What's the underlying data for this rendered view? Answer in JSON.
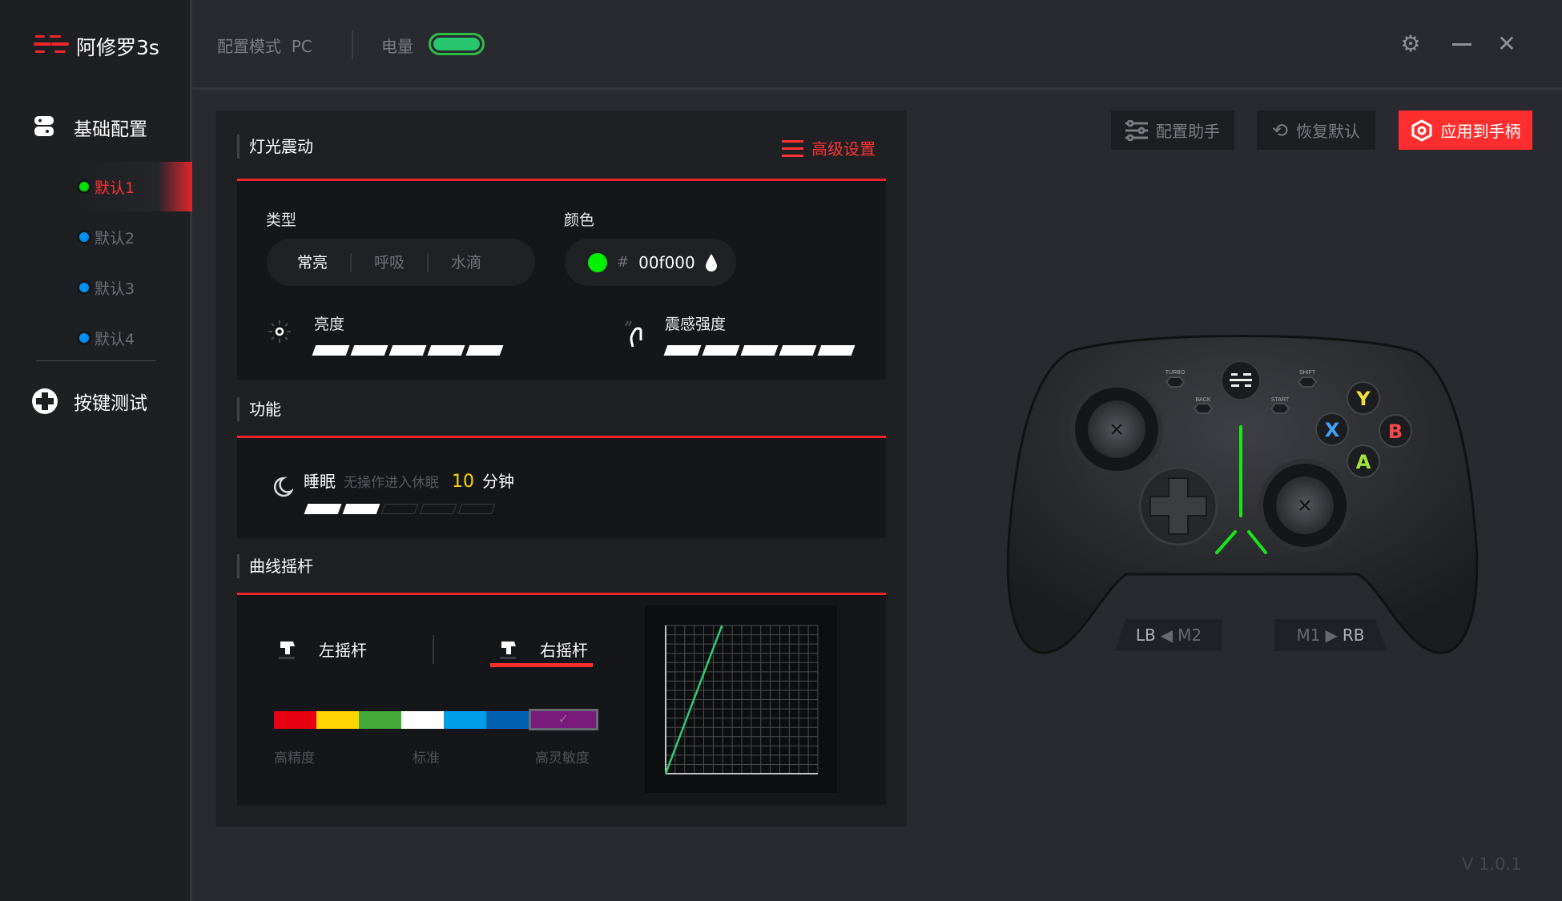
{
  "app": {
    "title": "阿修罗3s",
    "version": "V 1.0.1"
  },
  "header": {
    "mode_label": "配置模式",
    "mode_value": "PC",
    "battery_label": "电量",
    "battery_level": 1.0
  },
  "sidebar": {
    "basic_config": "基础配置",
    "profiles": [
      {
        "label": "默认1",
        "dot_color": "#00e000",
        "active": true
      },
      {
        "label": "默认2",
        "dot_color": "#0090f0",
        "active": false
      },
      {
        "label": "默认3",
        "dot_color": "#0090f0",
        "active": false
      },
      {
        "label": "默认4",
        "dot_color": "#0090f0",
        "active": false
      }
    ],
    "key_test": "按键测试"
  },
  "toolbar": {
    "assistant": "配置助手",
    "restore": "恢复默认",
    "apply": "应用到手柄"
  },
  "lighting": {
    "title": "灯光震动",
    "advanced": "高级设置",
    "type_label": "类型",
    "types": [
      "常亮",
      "呼吸",
      "水滴"
    ],
    "selected_type": "常亮",
    "color_label": "颜色",
    "color_hash": "#",
    "color_value": "00f000",
    "color_swatch": "#00f000",
    "brightness_label": "亮度",
    "brightness_level": 5,
    "vibration_label": "震感强度",
    "vibration_level": 5,
    "max_level": 5
  },
  "function": {
    "title": "功能",
    "sleep_label": "睡眠",
    "sleep_desc": "无操作进入休眠",
    "sleep_value": "10",
    "sleep_unit": "分钟",
    "sleep_level": 2
  },
  "curve": {
    "title": "曲线摇杆",
    "left_stick": "左摇杆",
    "right_stick": "右摇杆",
    "selected": "右摇杆",
    "spectrum": [
      "#e60012",
      "#ffd400",
      "#43a938",
      "#ffffff",
      "#00a0e9",
      "#0062b1"
    ],
    "selected_color": "#7a1a7a",
    "labels": [
      "高精度",
      "标准",
      "高灵敏度"
    ],
    "chart_points": [
      [
        0,
        0
      ],
      [
        0.37,
        1
      ]
    ]
  },
  "controller": {
    "turbo": "TURBO",
    "shift": "SHIFT",
    "back": "BACK",
    "start": "START",
    "y": "Y",
    "x": "X",
    "b": "B",
    "a": "A",
    "left_map": {
      "from": "LB",
      "to": "M2"
    },
    "right_map": {
      "from": "M1",
      "to": "RB"
    }
  }
}
